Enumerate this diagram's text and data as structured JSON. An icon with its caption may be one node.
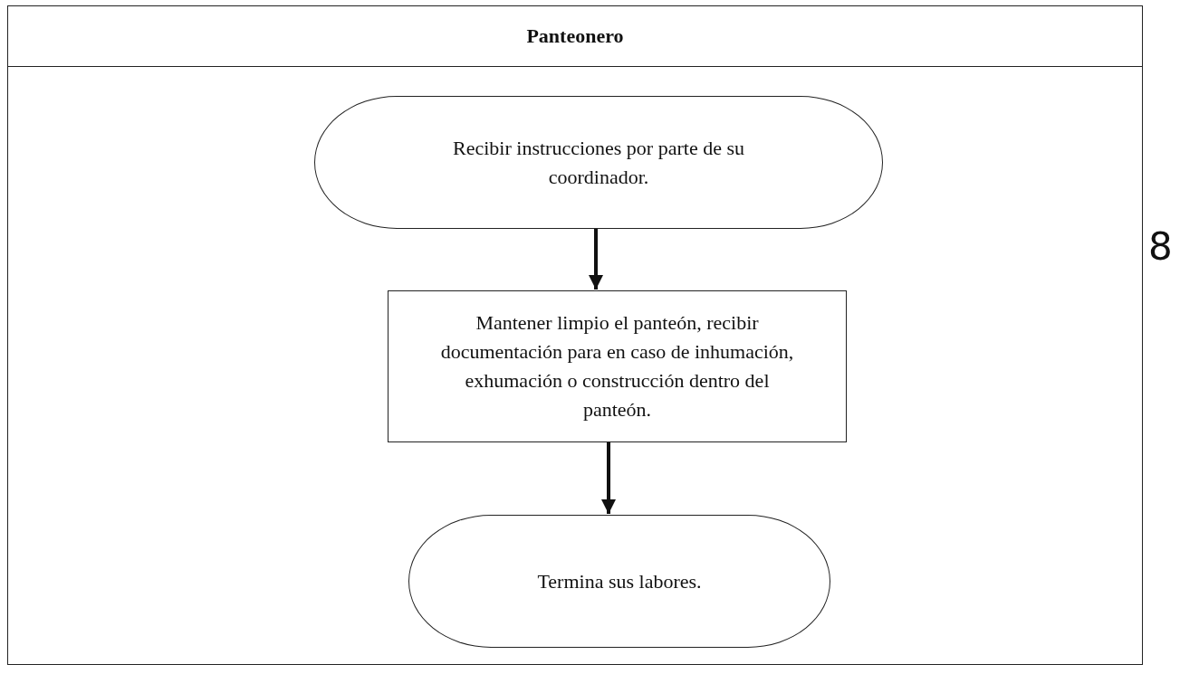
{
  "diagram": {
    "nodes": [
      {
        "text": [
          "Panteonero"
        ]
      },
      {
        "text": [
          "Recibir instrucciones por parte de su coordinador."
        ],
        "in": 0
      },
      {
        "text": [
          "Mantener limpio el panteón, recibir documentación para en caso de inhumación, exhumación o construcción dentro del panteón."
        ],
        "in": 0
      },
      {
        "text": [
          "Termina sus labores."
        ],
        "in": 0
      }
    ],
    "edges": [
      {
        "from": 1,
        "to": 2,
        "arrow": "to"
      },
      {
        "from": 2,
        "to": 3,
        "arrow": "to"
      }
    ],
    "labels": [
      "8"
    ]
  }
}
